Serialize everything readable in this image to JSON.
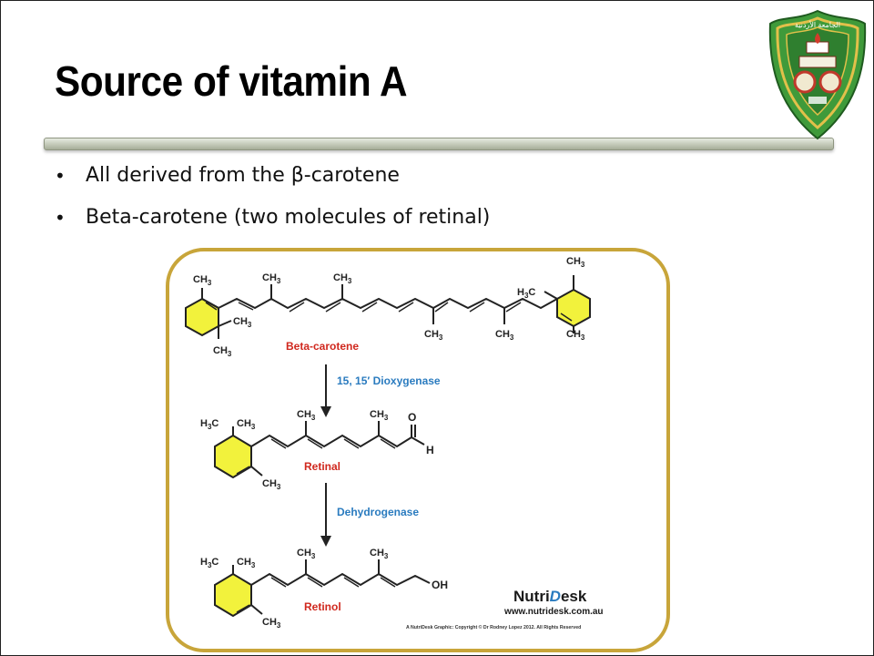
{
  "slide": {
    "title": "Source of vitamin A",
    "bullets": [
      "All derived from the β-carotene",
      "Beta-carotene (two molecules of retinal)"
    ]
  },
  "logo": {
    "name": "university-emblem",
    "text": "الجامعة الأردنية",
    "colors": {
      "green": "#2e8b2e",
      "gold": "#d9b23a",
      "red": "#c0392b"
    }
  },
  "figure": {
    "ring_color": "#f2f23c",
    "frame_color": "#c8a53a",
    "molecules": {
      "beta_carotene": "Beta-carotene",
      "retinal": "Retinal",
      "retinol": "Retinol"
    },
    "enzymes": {
      "step1": "15, 15′ Dioxygenase",
      "step2": "Dehydrogenase"
    },
    "groups": {
      "ch3": "CH",
      "sub3": "3",
      "h3c_h": "H",
      "h3c_c": "C",
      "o": "O",
      "h": "H",
      "oh": "OH"
    },
    "brand": {
      "name_a": "Nutri",
      "name_b": "D",
      "name_c": "esk",
      "url": "www.nutridesk.com.au",
      "copyright": "A NutriDesk Graphic: Copyright © Dr Rodney Lopez 2012. All Rights Reserved"
    }
  }
}
